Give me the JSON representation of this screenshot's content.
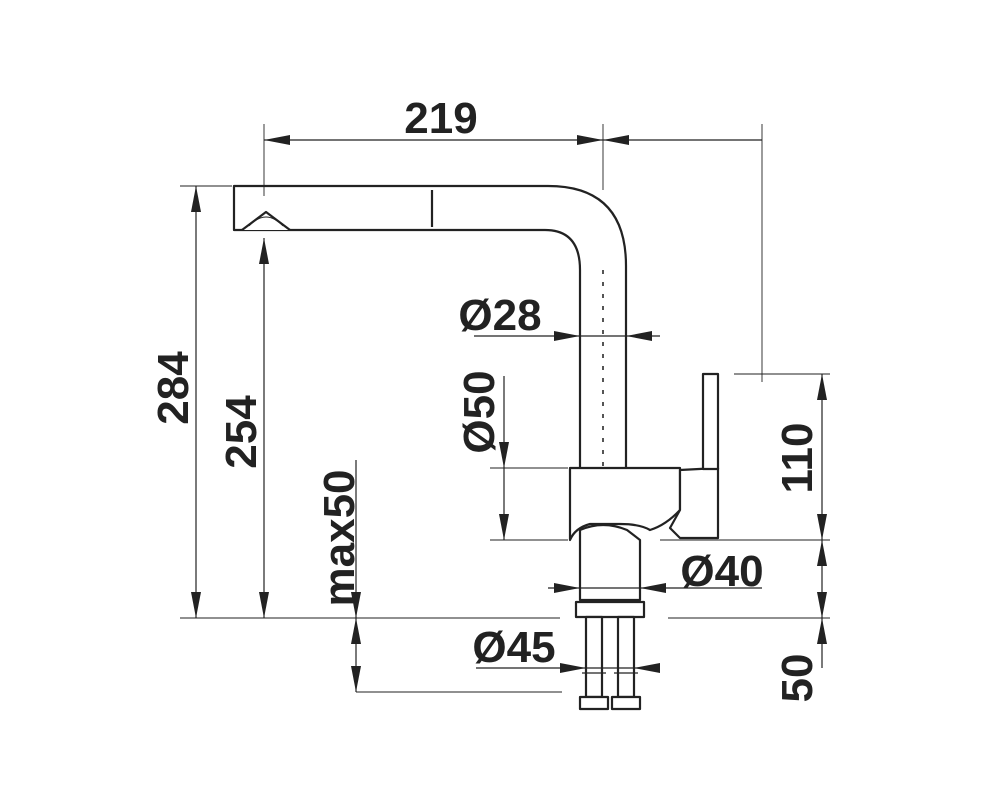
{
  "diagram": {
    "labels": {
      "width_219": "219",
      "height_284": "284",
      "height_254": "254",
      "max_50": "max50",
      "dia_28": "Ø28",
      "dia_50": "Ø50",
      "dia_40": "Ø40",
      "dia_45": "Ø45",
      "height_110": "110",
      "height_50": "50"
    },
    "colors": {
      "line": "#222222",
      "background": "#ffffff"
    }
  }
}
